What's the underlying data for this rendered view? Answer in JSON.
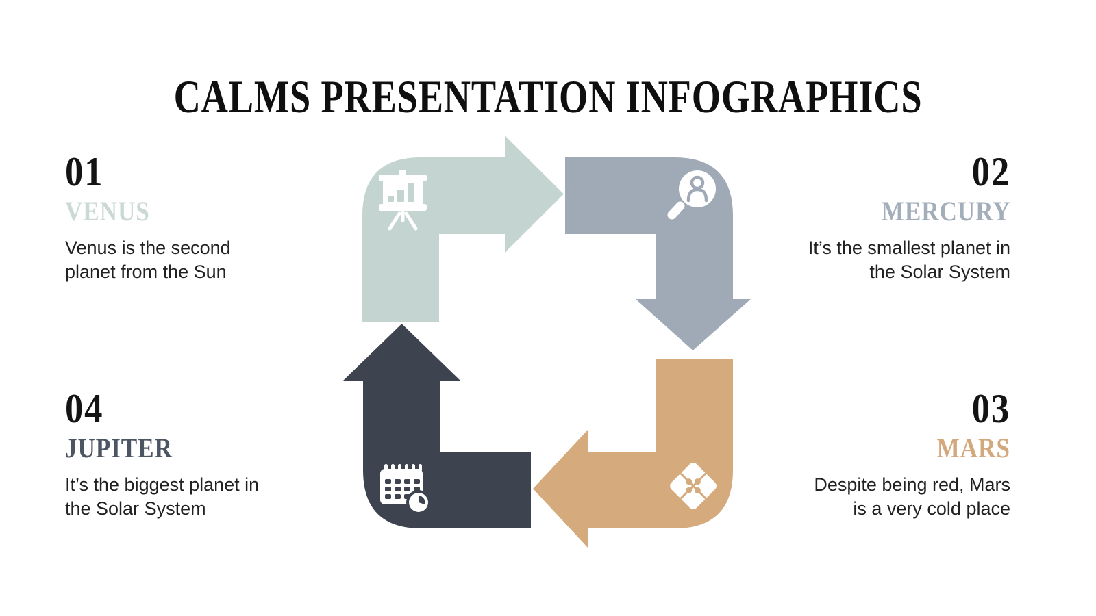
{
  "title": "CALMS PRESENTATION INFOGRAPHICS",
  "background_color": "#ffffff",
  "title_color": "#0f0f0f",
  "body_text_color": "#212121",
  "items": [
    {
      "number": "01",
      "name": "VENUS",
      "name_color": "#cbd9d4",
      "color": "#c4d4d0",
      "icon": "presentation-chart-icon",
      "position": "top-left",
      "arrow_direction": "right",
      "lines": [
        "Venus is the second",
        "planet from the Sun"
      ]
    },
    {
      "number": "02",
      "name": "MERCURY",
      "name_color": "#a3aebb",
      "color": "#a0aab6",
      "icon": "search-person-icon",
      "position": "top-right",
      "arrow_direction": "down",
      "lines": [
        "It’s the smallest planet in",
        "the Solar System"
      ]
    },
    {
      "number": "03",
      "name": "MARS",
      "name_color": "#d3a87c",
      "color": "#d5ab7e",
      "icon": "puzzle-icon",
      "position": "bottom-right",
      "arrow_direction": "left",
      "lines": [
        "Despite being red, Mars",
        "is a very cold place"
      ]
    },
    {
      "number": "04",
      "name": "JUPITER",
      "name_color": "#4c5663",
      "color": "#3d4450",
      "icon": "calendar-clock-icon",
      "position": "bottom-left",
      "arrow_direction": "up",
      "lines": [
        "It’s the biggest planet in",
        "the Solar System"
      ]
    }
  ]
}
